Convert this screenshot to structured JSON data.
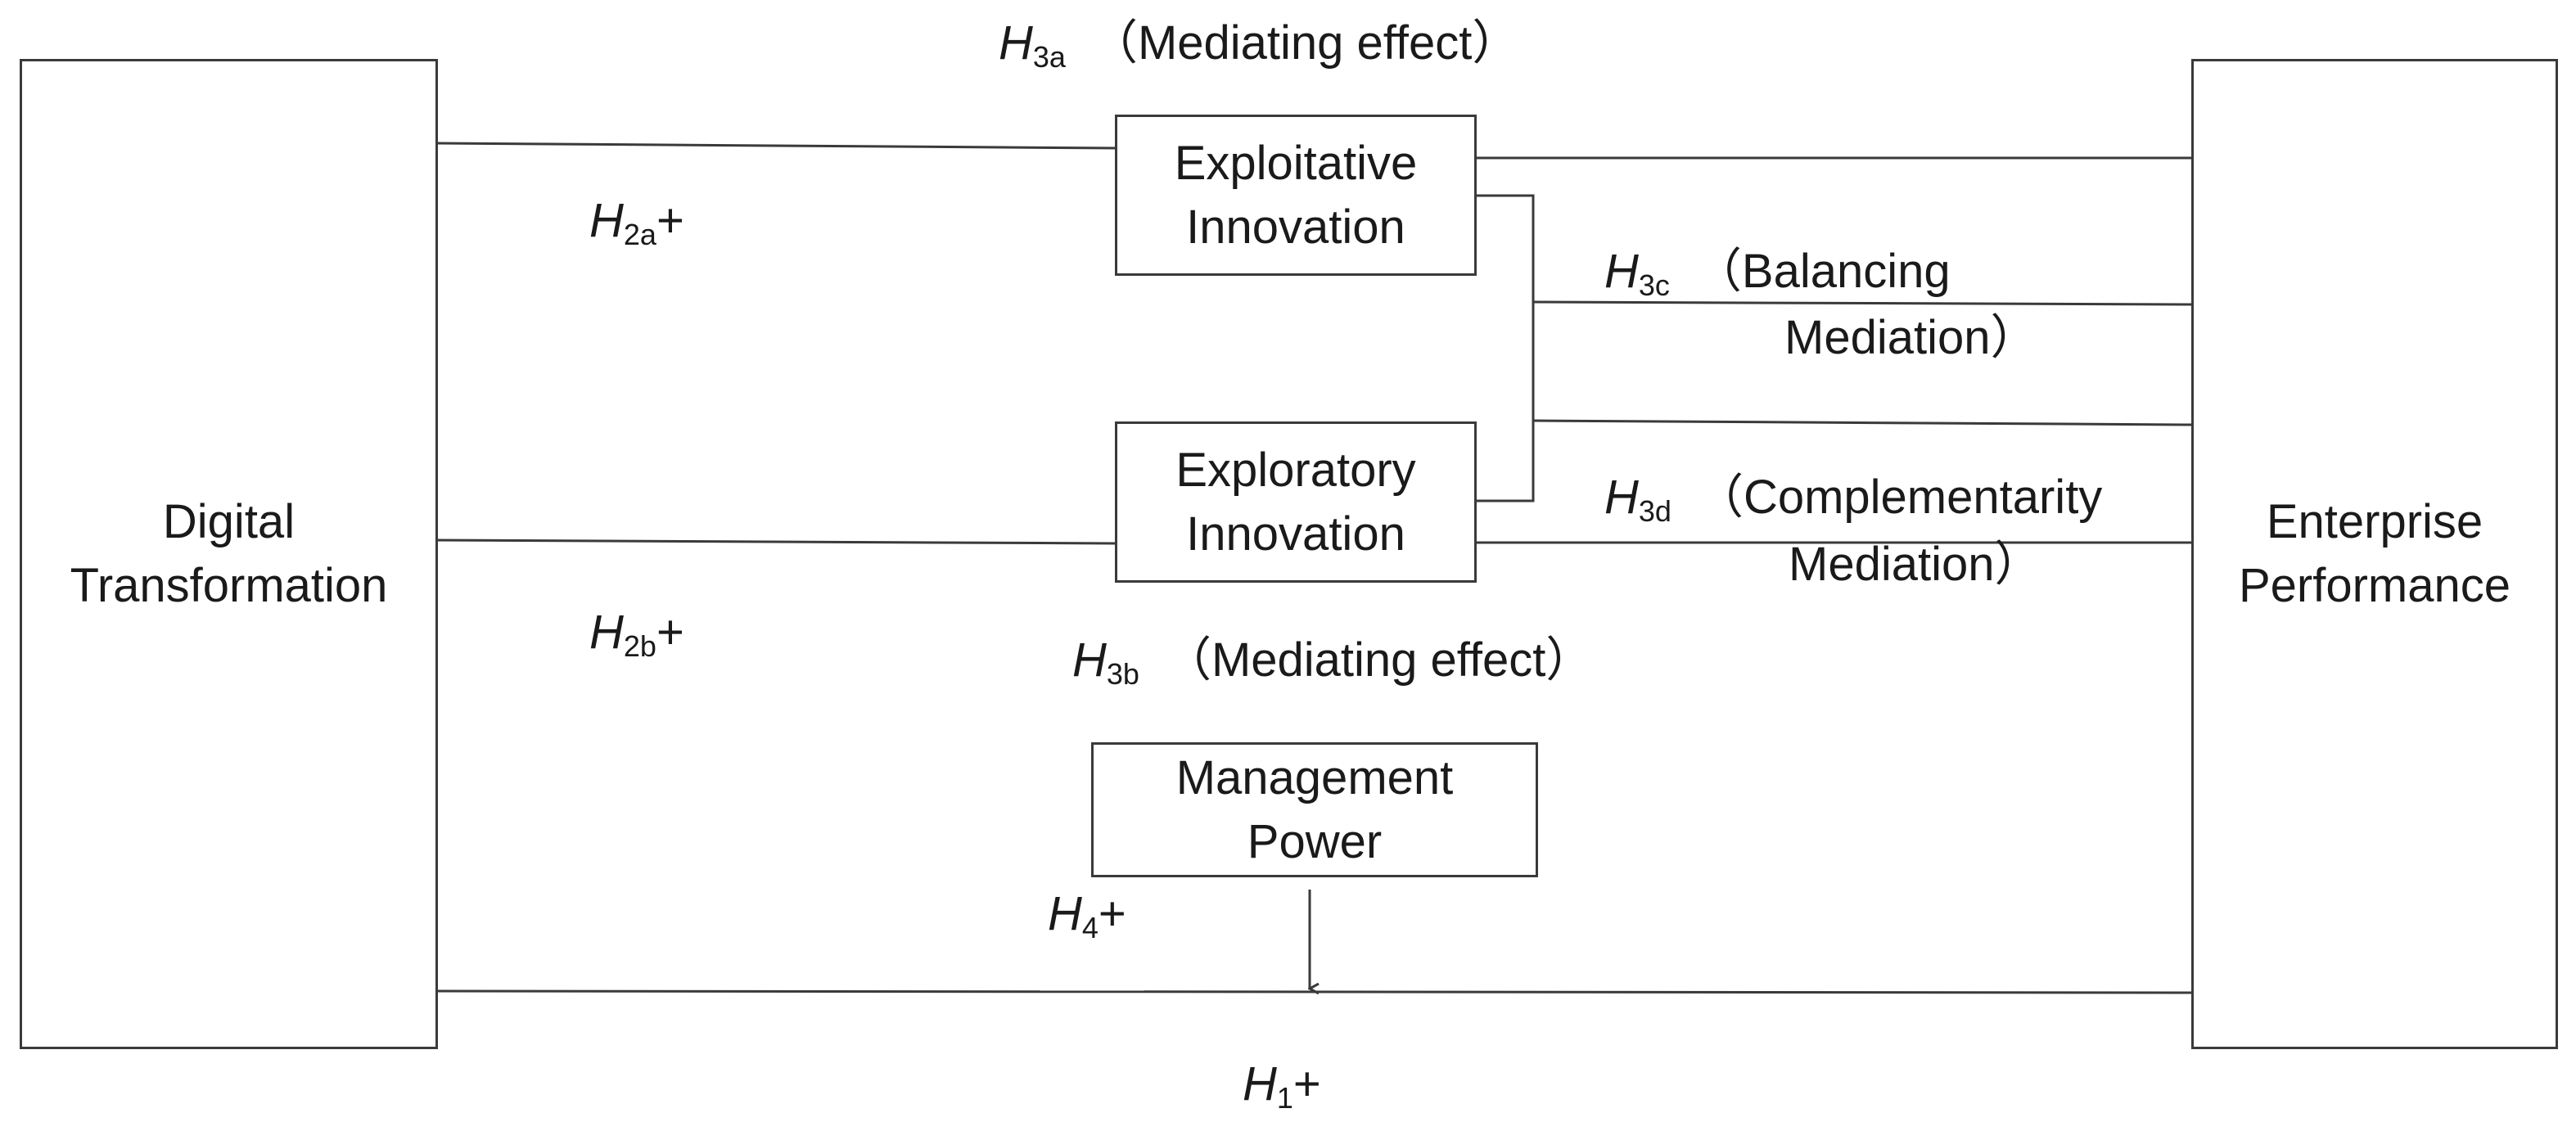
{
  "nodes": {
    "digital_transformation": {
      "line1": "Digital",
      "line2": "Transformation"
    },
    "enterprise_performance": {
      "line1": "Enterprise",
      "line2": "Performance"
    },
    "exploitative_innovation": {
      "line1": "Exploitative",
      "line2": "Innovation"
    },
    "exploratory_innovation": {
      "line1": "Exploratory",
      "line2": "Innovation"
    },
    "management_power": {
      "line1": "Management",
      "line2": "Power"
    }
  },
  "labels": {
    "h3a": {
      "letter": "H",
      "sub": "3a",
      "text": "（Mediating effect）"
    },
    "h3b": {
      "letter": "H",
      "sub": "3b",
      "text": "（Mediating effect）"
    },
    "h2a": {
      "letter": "H",
      "sub": "2a",
      "text": "+"
    },
    "h2b": {
      "letter": "H",
      "sub": "2b",
      "text": "+"
    },
    "h3c": {
      "letter": "H",
      "sub": "3c",
      "text_line1": "（Balancing",
      "text_line2": "Mediation）"
    },
    "h3d": {
      "letter": "H",
      "sub": "3d",
      "text_line1": "（Complementarity",
      "text_line2": "Mediation）"
    },
    "h4": {
      "letter": "H",
      "sub": "4",
      "text": "+"
    },
    "h1": {
      "letter": "H",
      "sub": "1",
      "text": "+"
    }
  }
}
